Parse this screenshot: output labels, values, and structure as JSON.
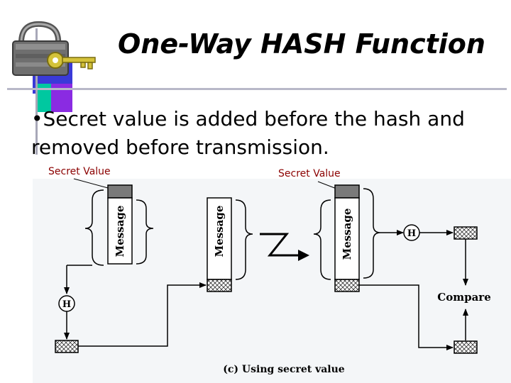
{
  "slide": {
    "title": "One-Way HASH Function",
    "bullet_marker": "•",
    "bullet_text": "Secret value is added before the hash and removed before transmission."
  },
  "diagram": {
    "secret_value_label_1": "Secret Value",
    "secret_value_label_2": "Secret Value",
    "message_label": "Message",
    "hash_symbol": "H",
    "compare_label": "Compare",
    "caption": "(c) Using secret value"
  },
  "colors": {
    "accent_blue": "#3a3ad8",
    "accent_purple": "#8a2be2",
    "accent_teal": "#00c8a0",
    "secret_block": "#7a7a7a",
    "diagram_bg": "#f4f6f8"
  },
  "icons": [
    "padlock-icon",
    "key-icon"
  ]
}
